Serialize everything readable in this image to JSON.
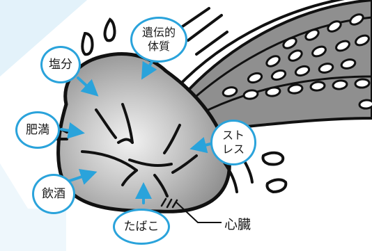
{
  "labels": {
    "salt": "塩分",
    "heredity": "遺伝的\n体質",
    "obesity": "肥満",
    "drinking": "飲酒",
    "tobacco": "たばこ",
    "stress": "スト\nレス",
    "heart": "心臓"
  },
  "colors": {
    "accent_blue": "#2aa3db",
    "background_band": "#e3f2fa",
    "heart_fill": "#a3a3a3",
    "vessel_fill": "#8f8f8f",
    "outline": "#111111"
  }
}
